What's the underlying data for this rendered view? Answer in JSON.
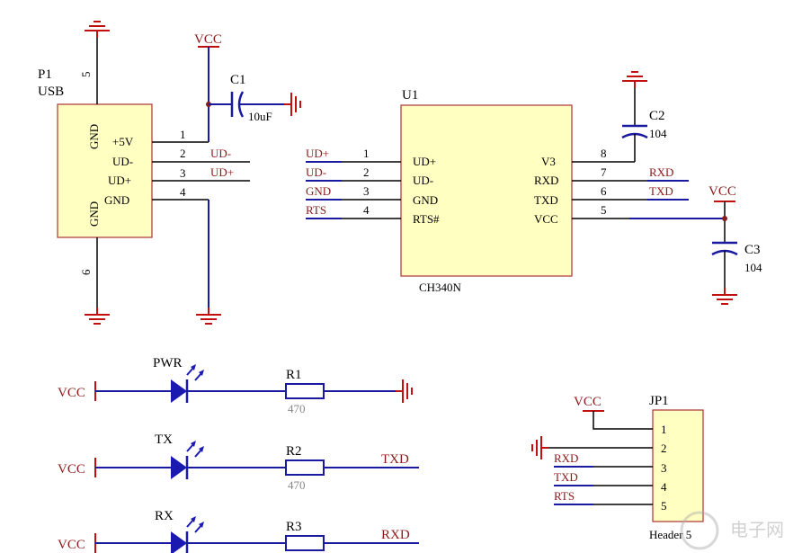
{
  "schematic": {
    "p1": {
      "designator": "P1",
      "name": "USB",
      "pins": [
        "+5V",
        "UD-",
        "UD+",
        "GND"
      ],
      "pin_numbers": [
        "1",
        "2",
        "3",
        "4"
      ],
      "shield_labels": [
        "GND",
        "GND"
      ],
      "shield_numbers": [
        "5",
        "6"
      ]
    },
    "c1": {
      "designator": "C1",
      "value": "10uF"
    },
    "u1": {
      "designator": "U1",
      "name": "CH340N",
      "left_pins": [
        "UD+",
        "UD-",
        "GND",
        "RTS#"
      ],
      "left_numbers": [
        "1",
        "2",
        "3",
        "4"
      ],
      "right_pins": [
        "V3",
        "RXD",
        "TXD",
        "VCC"
      ],
      "right_numbers": [
        "8",
        "7",
        "6",
        "5"
      ]
    },
    "c2": {
      "designator": "C2",
      "value": "104"
    },
    "c3": {
      "designator": "C3",
      "value": "104"
    },
    "nets": {
      "vcc": "VCC",
      "ud_plus": "UD+",
      "ud_minus": "UD-",
      "gnd": "GND",
      "rts": "RTS",
      "rxd": "RXD",
      "txd": "TXD"
    },
    "leds": [
      {
        "label": "PWR",
        "resistor": "R1",
        "value": "470"
      },
      {
        "label": "TX",
        "resistor": "R2",
        "value": "470",
        "net": "TXD"
      },
      {
        "label": "RX",
        "resistor": "R3",
        "net": "RXD"
      }
    ],
    "jp1": {
      "designator": "JP1",
      "name": "Header 5",
      "pins": [
        "1",
        "2",
        "3",
        "4",
        "5"
      ],
      "nets": [
        "RXD",
        "TXD",
        "RTS"
      ]
    },
    "watermark": "电子网"
  }
}
